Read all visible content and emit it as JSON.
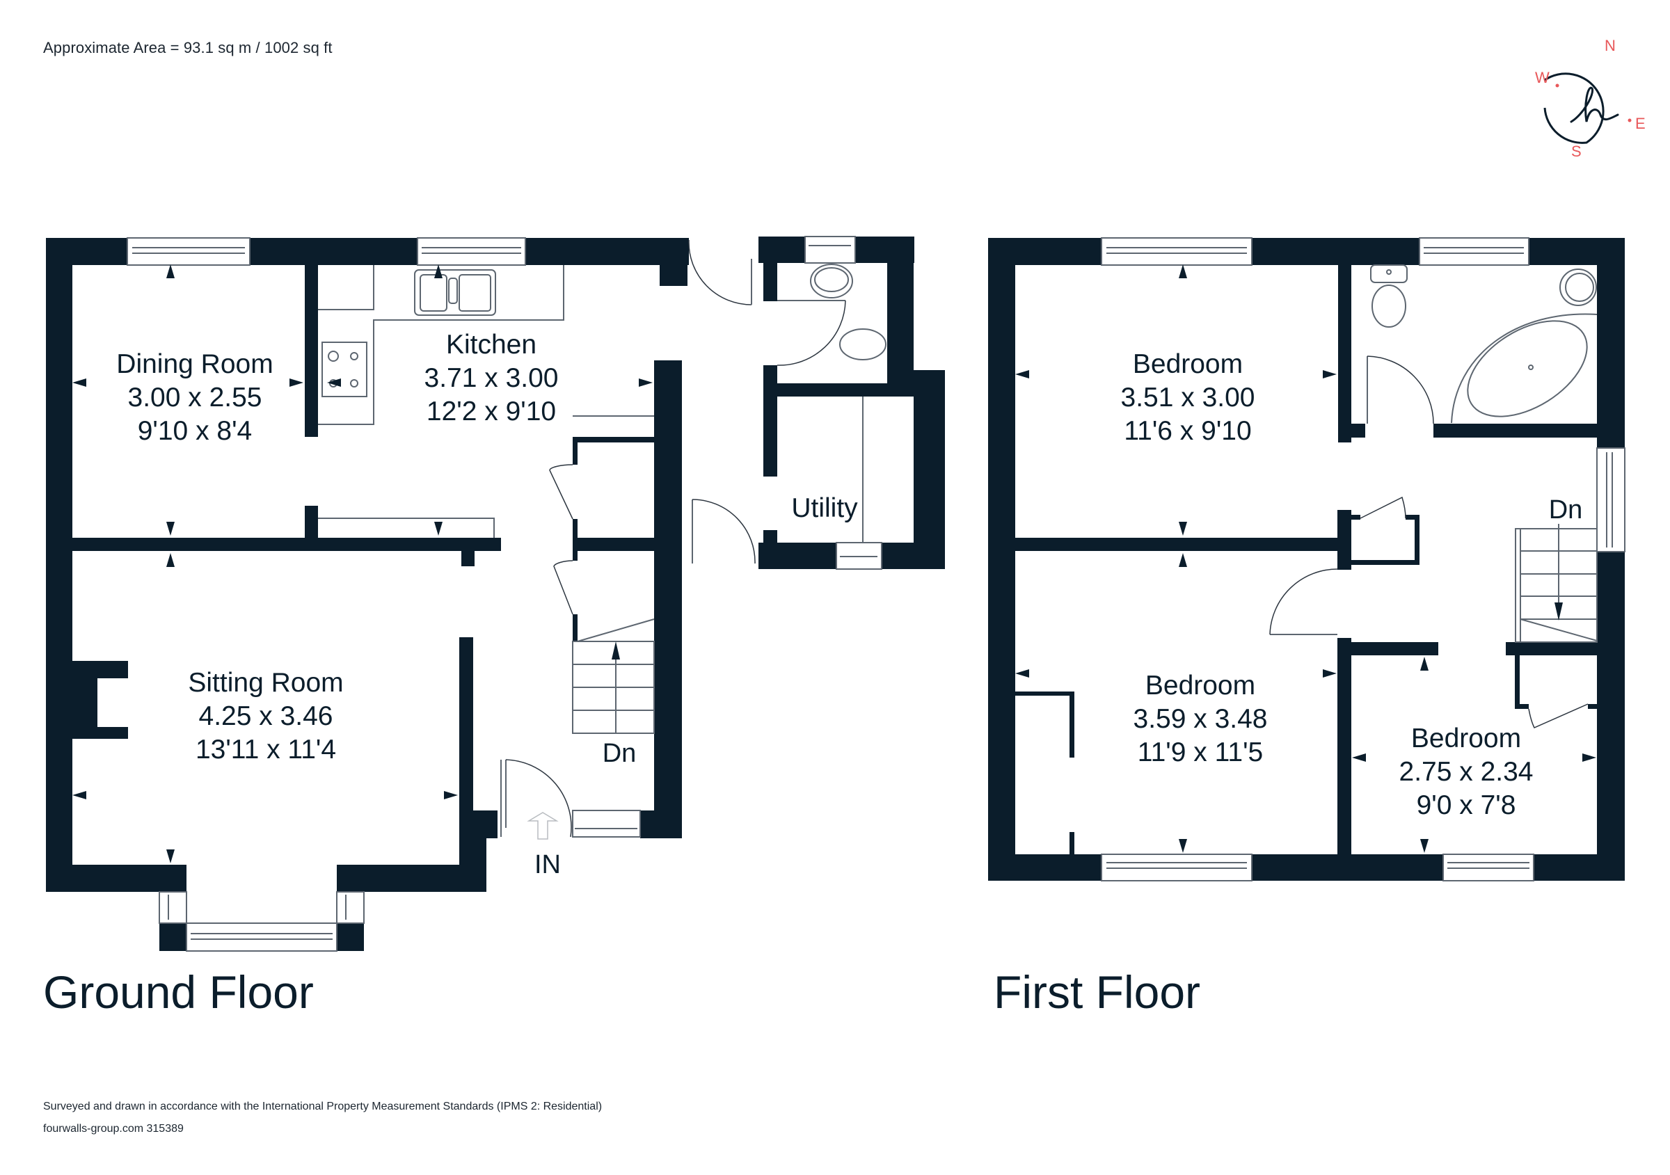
{
  "header": {
    "approximate_area": "Approximate Area = 93.1 sq m / 1002 sq ft"
  },
  "compass": {
    "logo_letter": "h",
    "north": "N",
    "south": "S",
    "east": "E",
    "west": "W",
    "accent_color": "#e8585a",
    "ring_color": "#0b1d2b"
  },
  "ground_floor": {
    "title": "Ground Floor",
    "rooms": [
      {
        "name": "Dining Room",
        "metric": "3.00 x 2.55",
        "imperial": "9'10 x 8'4"
      },
      {
        "name": "Kitchen",
        "metric": "3.71 x 3.00",
        "imperial": "12'2 x 9'10"
      },
      {
        "name": "Sitting Room",
        "metric": "4.25 x 3.46",
        "imperial": "13'11 x 11'4"
      },
      {
        "name": "Utility"
      }
    ],
    "stairs_label": "Dn",
    "entrance_label": "IN"
  },
  "first_floor": {
    "title": "First Floor",
    "rooms": [
      {
        "name": "Bedroom",
        "metric": "3.51 x 3.00",
        "imperial": "11'6 x 9'10"
      },
      {
        "name": "Bedroom",
        "metric": "3.59 x 3.48",
        "imperial": "11'9 x 11'5"
      },
      {
        "name": "Bedroom",
        "metric": "2.75 x 2.34",
        "imperial": "9'0 x 7'8"
      }
    ],
    "stairs_label": "Dn"
  },
  "footer": {
    "standards_note": "Surveyed and drawn in accordance with the International Property Measurement Standards (IPMS 2: Residential)",
    "reference": "fourwalls-group.com 315389"
  },
  "colors": {
    "wall": "#0b1d2b",
    "background": "#ffffff",
    "compass_accent": "#e8585a"
  }
}
